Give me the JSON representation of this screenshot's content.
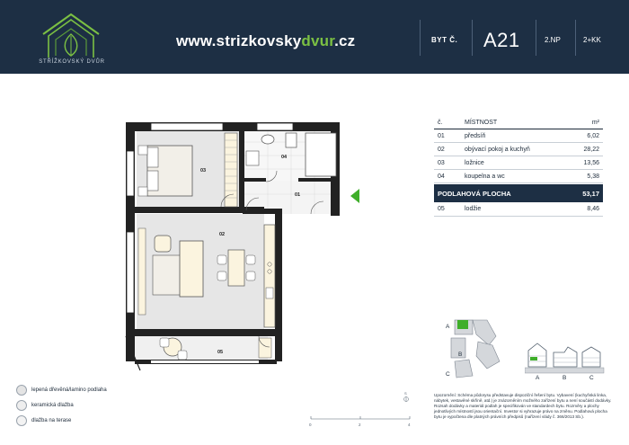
{
  "header": {
    "logo_text": "STŘÍŽKOVSKÝ DVŮR",
    "url_prefix": "www.strizkovsky",
    "url_accent": "dvur",
    "url_suffix": ".cz",
    "unit_label": "BYT Č.",
    "unit_id": "A21",
    "floor": "2.NP",
    "layout": "2+KK"
  },
  "plan": {
    "room_labels": [
      "03",
      "04",
      "01",
      "02",
      "05"
    ]
  },
  "room_table": {
    "headers": {
      "no": "č.",
      "name": "MÍSTNOST",
      "unit": "m²"
    },
    "rows": [
      {
        "no": "01",
        "name": "předsíň",
        "area": "6,02"
      },
      {
        "no": "02",
        "name": "obývací pokoj a kuchyň",
        "area": "28,22"
      },
      {
        "no": "03",
        "name": "ložnice",
        "area": "13,56"
      },
      {
        "no": "04",
        "name": "koupelna a wc",
        "area": "5,38"
      }
    ],
    "total": {
      "label": "PODLAHOVÁ PLOCHA",
      "area": "53,17"
    },
    "extra": {
      "no": "05",
      "name": "lodžie",
      "area": "8,46"
    }
  },
  "location": {
    "labels": [
      "A",
      "B",
      "C"
    ]
  },
  "section": {
    "labels": [
      "A",
      "B",
      "C"
    ]
  },
  "legend": [
    {
      "label": "lepená dřevěná/lamino podlaha"
    },
    {
      "label": "keramická dlažba"
    },
    {
      "label": "dlažba na terase"
    }
  ],
  "scale": {
    "north": "S",
    "ticks": [
      "0",
      "2",
      "4"
    ]
  },
  "disclaimer": "Upozornění: Schéma půdorysu představuje dispoziční řešení bytu. Vybavení (kuchyňská linka, nábytek, vestavěné skříně, atd.) je znázorněním možného zařízení bytu a není součástí dodávky. Rozsah dodávky a materiál podlah je specifikován ve standardech bytu. Rozměry a plochy jednotlivých místností jsou orientační. Investor si vyhrazuje právo na změnu. Podlahová plocha bytu je vypočtena dle platných právních předpisů (nařízení vlády č. 366/2013 Sb.).",
  "colors": {
    "header_bg": "#1d2f44",
    "accent_green": "#7bc043",
    "wall": "#222222"
  }
}
